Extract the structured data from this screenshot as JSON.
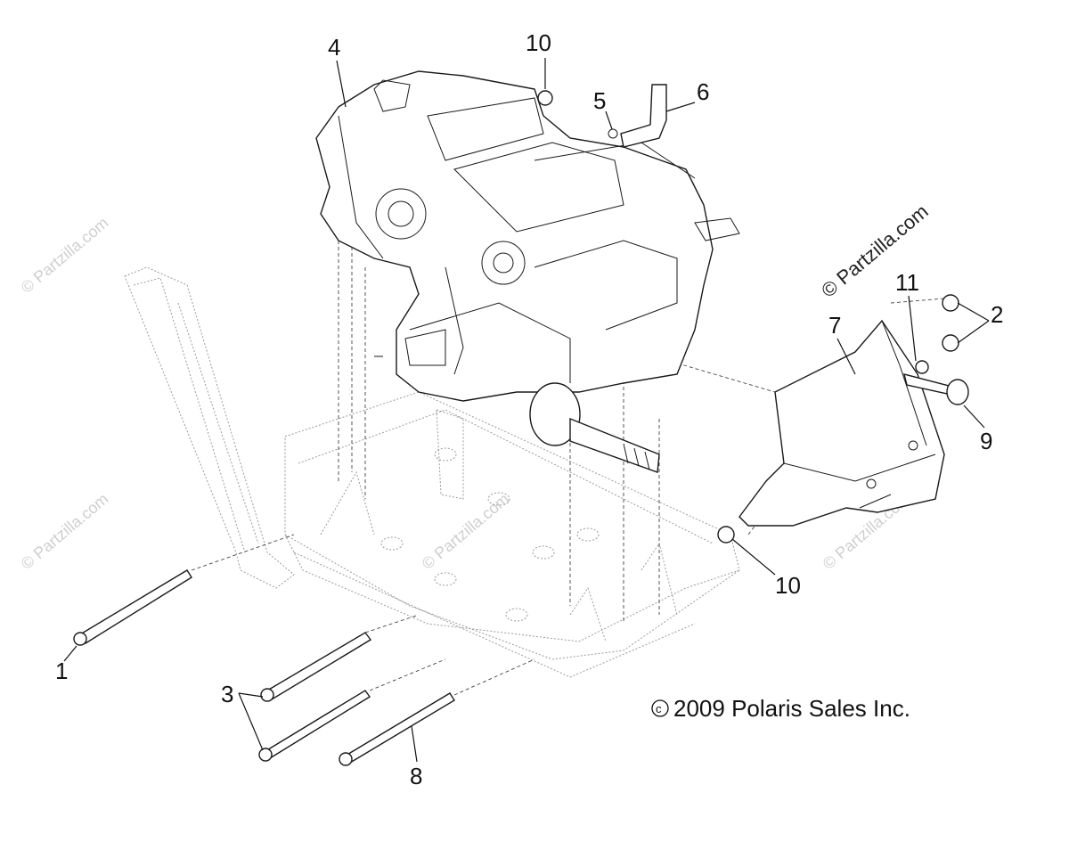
{
  "copyright_text": "2009 Polaris Sales Inc.",
  "copyright_symbol": "c",
  "watermark_text": "© Partzilla.com",
  "callouts": {
    "c1": "1",
    "c2": "2",
    "c3": "3",
    "c4": "4",
    "c5": "5",
    "c6": "6",
    "c7": "7",
    "c8": "8",
    "c9": "9",
    "c10a": "10",
    "c10b": "10",
    "c11": "11"
  }
}
